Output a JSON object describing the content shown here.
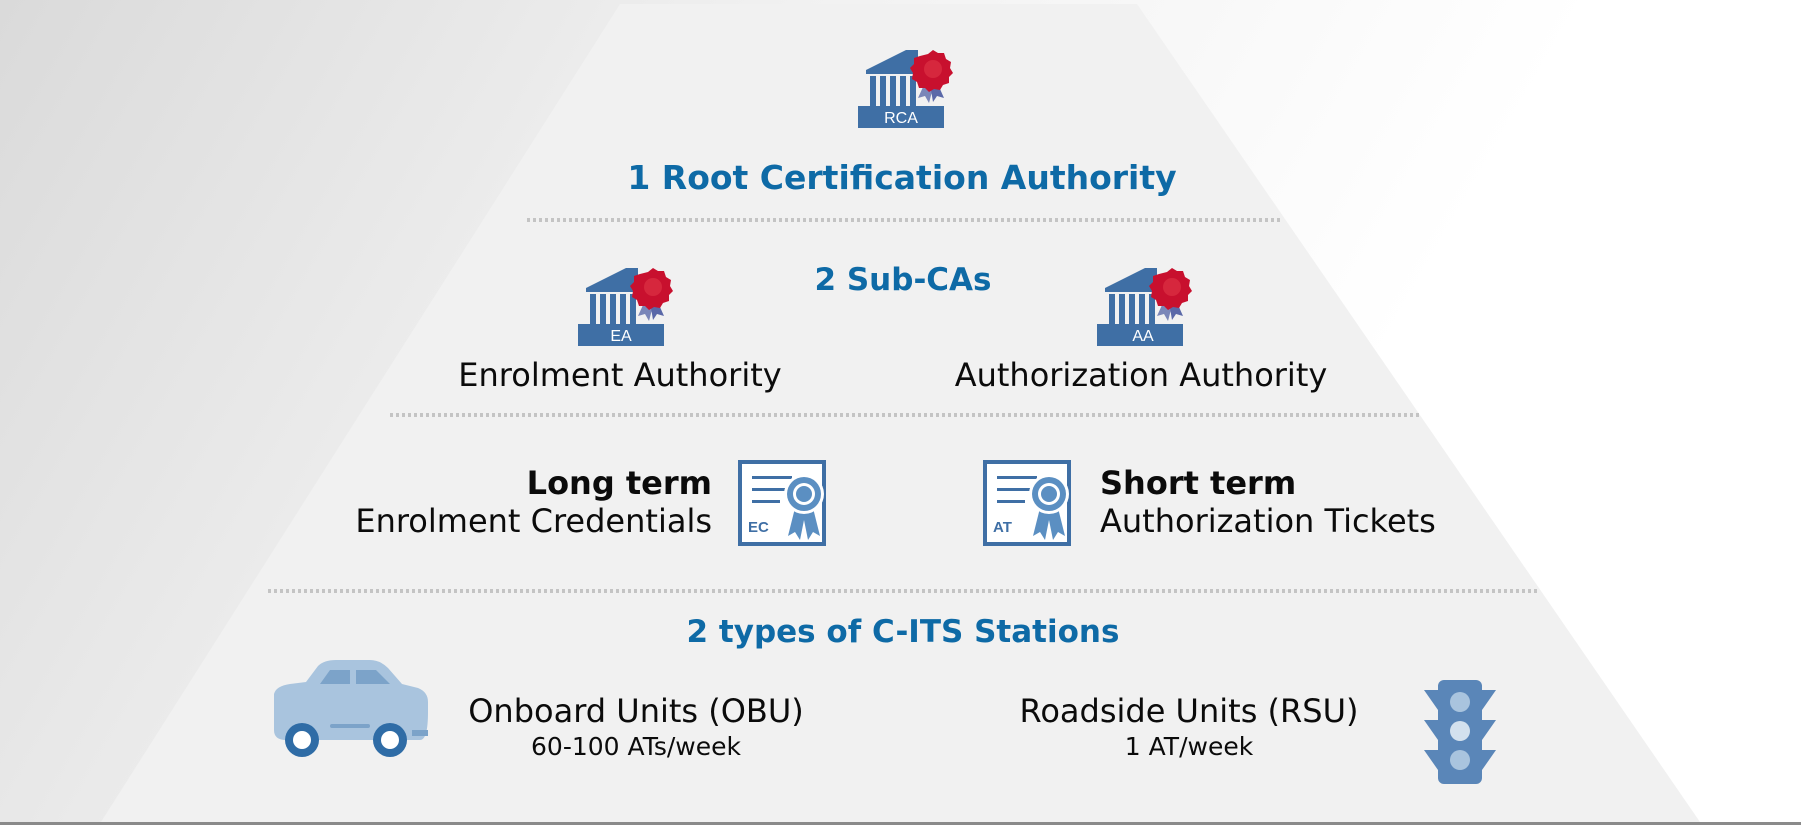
{
  "tiers": {
    "root": {
      "icon": "rca-institution-icon",
      "badge": "RCA",
      "title": "1 Root Certification Authority"
    },
    "sub_cas": {
      "title": "2 Sub-CAs",
      "enrolment": {
        "icon": "ea-institution-icon",
        "badge": "EA",
        "label": "Enrolment Authority"
      },
      "authorization": {
        "icon": "aa-institution-icon",
        "badge": "AA",
        "label": "Authorization Authority"
      }
    },
    "credentials": {
      "long_term": {
        "icon": "ec-certificate-icon",
        "badge": "EC",
        "heading": "Long term",
        "label": "Enrolment Credentials"
      },
      "short_term": {
        "icon": "at-certificate-icon",
        "badge": "AT",
        "heading": "Short term",
        "label": "Authorization Tickets"
      }
    },
    "stations": {
      "title": "2 types of C-ITS Stations",
      "obu": {
        "icon": "car-icon",
        "label": "Onboard Units (OBU)",
        "rate": "60-100 ATs/week"
      },
      "rsu": {
        "icon": "traffic-light-icon",
        "label": "Roadside Units (RSU)",
        "rate": "1 AT/week"
      }
    }
  },
  "colors": {
    "title_blue": "#0e6aa6",
    "icon_blue": "#3f6fa5",
    "icon_light_blue": "#a9c4de",
    "seal_red": "#c8102e",
    "pyramid_fill": "#f1f1f1",
    "divider": "#c4c4c4"
  }
}
